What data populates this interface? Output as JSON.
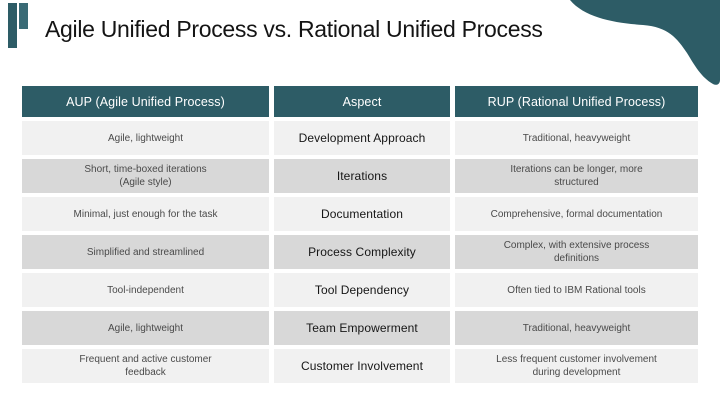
{
  "slide": {
    "title": "Agile Unified Process vs. Rational Unified Process"
  },
  "colors": {
    "teal": "#2d5c66",
    "teal_light": "#3a6b76",
    "row_light": "#f1f1f1",
    "row_dark": "#d8d8d8",
    "header_text": "#ffffff",
    "aspect_text": "#161616",
    "cell_text": "#4a4a4a"
  },
  "table": {
    "headers": {
      "aup": "AUP (Agile Unified Process)",
      "aspect": "Aspect",
      "rup": "RUP (Rational Unified Process)"
    },
    "rows": [
      {
        "aup": "Agile, lightweight",
        "aspect": "Development Approach",
        "rup": "Traditional, heavyweight"
      },
      {
        "aup": "Short, time-boxed iterations\n(Agile style)",
        "aspect": "Iterations",
        "rup": "Iterations can be longer, more\nstructured"
      },
      {
        "aup": "Minimal, just enough for the task",
        "aspect": "Documentation",
        "rup": "Comprehensive, formal documentation"
      },
      {
        "aup": "Simplified and streamlined",
        "aspect": "Process Complexity",
        "rup": "Complex, with extensive process\ndefinitions"
      },
      {
        "aup": "Tool-independent",
        "aspect": "Tool Dependency",
        "rup": "Often tied to IBM Rational tools"
      },
      {
        "aup": "Agile, lightweight",
        "aspect": "Team Empowerment",
        "rup": "Traditional, heavyweight"
      },
      {
        "aup": "Frequent and active customer\nfeedback",
        "aspect": "Customer Involvement",
        "rup": "Less frequent customer involvement\nduring development"
      }
    ]
  }
}
